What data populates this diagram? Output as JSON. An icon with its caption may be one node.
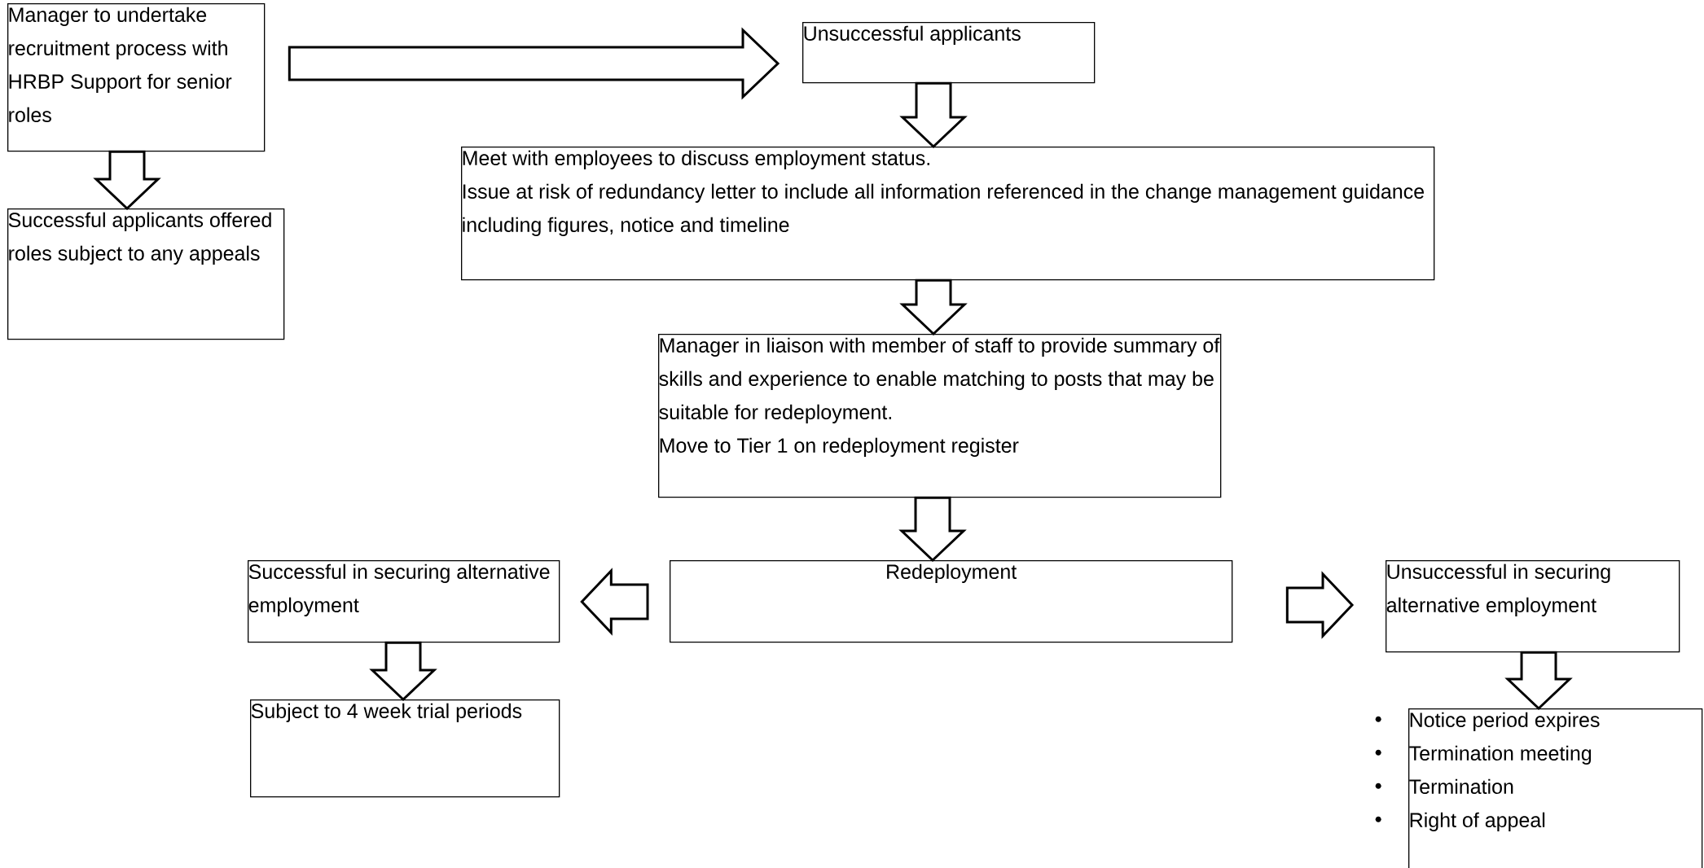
{
  "diagram": {
    "nodes": [
      {
        "text": [
          "Manager to undertake recruitment process with HRBP Support for senior roles"
        ]
      },
      {
        "text": [
          "Successful applicants offered roles subject to any appeals"
        ]
      },
      {
        "text": [
          "Unsuccessful applicants"
        ]
      },
      {
        "text": [
          "Meet with employees to discuss employment status.",
          "Issue at risk of redundancy letter to include all information referenced in the change management guidance including figures, notice and timeline"
        ]
      },
      {
        "text": [
          "Manager in liaison with member of staff to provide summary of skills and experience to enable matching to posts that may be suitable for redeployment.",
          "Move to Tier 1 on redeployment register"
        ]
      },
      {
        "text": [
          "Redeployment"
        ]
      },
      {
        "text": [
          "Successful in securing alternative employment"
        ]
      },
      {
        "text": [
          "Subject to 4 week trial periods"
        ]
      },
      {
        "text": [
          "Unsuccessful in securing alternative employment"
        ]
      },
      {
        "text": [
          "Notice period expires",
          "Termination meeting",
          "Termination",
          "Right of appeal"
        ]
      }
    ],
    "edges": [
      {
        "from": 0,
        "to": 2,
        "arrow": "to"
      },
      {
        "from": 0,
        "to": 1,
        "arrow": "to"
      },
      {
        "from": 2,
        "to": 3,
        "arrow": "to"
      },
      {
        "from": 3,
        "to": 4,
        "arrow": "to"
      },
      {
        "from": 4,
        "to": 5,
        "arrow": "to"
      },
      {
        "from": 5,
        "to": 6,
        "arrow": "to"
      },
      {
        "from": 6,
        "to": 7,
        "arrow": "to"
      },
      {
        "from": 5,
        "to": 8,
        "arrow": "to"
      },
      {
        "from": 8,
        "to": 9,
        "arrow": "to"
      }
    ]
  }
}
